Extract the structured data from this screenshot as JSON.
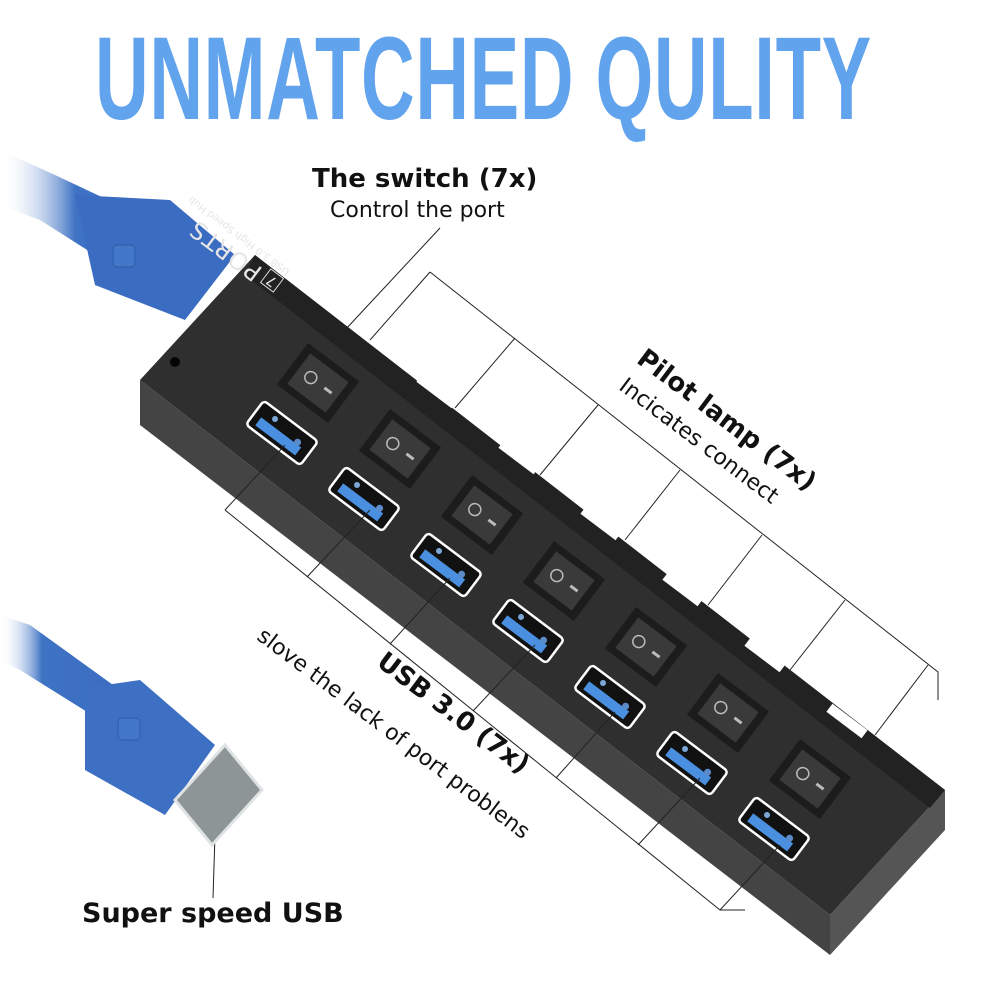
{
  "headline": "UNMATCHED QULITY",
  "callouts": {
    "switch": {
      "title": "The switch (7x)",
      "subtitle": "Control the port"
    },
    "pilot_lamp": {
      "title": "Pilot lamp (7x)",
      "subtitle": "Incicates connect"
    },
    "usb_ports": {
      "title": "USB 3.0 (7x)",
      "subtitle": "slove the lack of port problens"
    },
    "plug": {
      "title": "Super speed USB"
    }
  },
  "hub": {
    "port_count_badge": "7",
    "brand": "PORTS",
    "model": "USB 3.0 High Speed Hub",
    "switch_count": 7,
    "port_count": 7,
    "lamp_count": 7
  },
  "colors": {
    "headline": "#62a3ee",
    "hub_body": "#3a3a3a",
    "cable": "#3f73c4",
    "usb_blue": "#4a8fe0"
  }
}
